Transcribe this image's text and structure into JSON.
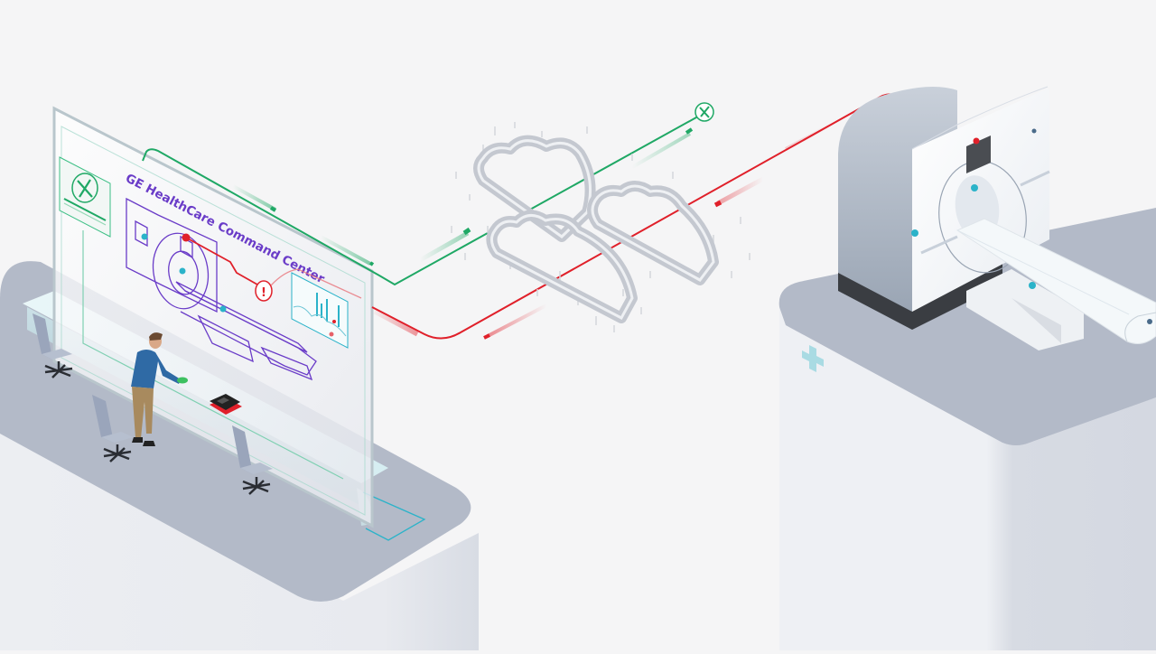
{
  "illustration": {
    "screen_title": "GE HealthCare Command Center",
    "colors": {
      "background": "#f5f5f6",
      "platform_top": "#b3bac8",
      "platform_side_light": "#eef0f3",
      "platform_side_dark": "#d6dae2",
      "screen_ink": "#6a3cc8",
      "alert_red": "#e0202a",
      "service_green": "#1fa865",
      "accent_cyan": "#2bb3c9",
      "cloud_gray": "#c4c8d0",
      "cross_color": "#a9dbe3"
    },
    "command_center": {
      "screen_panels": [
        {
          "name": "service-panel",
          "icon": "wrench-screwdriver-icon"
        },
        {
          "name": "scanner-outline",
          "icon": "ct-scanner-icon"
        },
        {
          "name": "alert-marker",
          "icon": "exclamation-icon"
        },
        {
          "name": "analytics-panel",
          "icon": "bar-chart-icon"
        }
      ],
      "chairs": 3,
      "operator": "person-standing",
      "desk_device": "desk-phone"
    },
    "network": {
      "cloud_count": 3,
      "links": [
        {
          "name": "service-link",
          "color": "green",
          "endpoint_icon": "wrench-screwdriver-icon"
        },
        {
          "name": "alert-link",
          "color": "red",
          "endpoint": "scanner-sensor"
        }
      ]
    },
    "hospital": {
      "device": "ct-scanner",
      "marker_icon": "medical-cross-icon",
      "hotspots": 4
    }
  }
}
